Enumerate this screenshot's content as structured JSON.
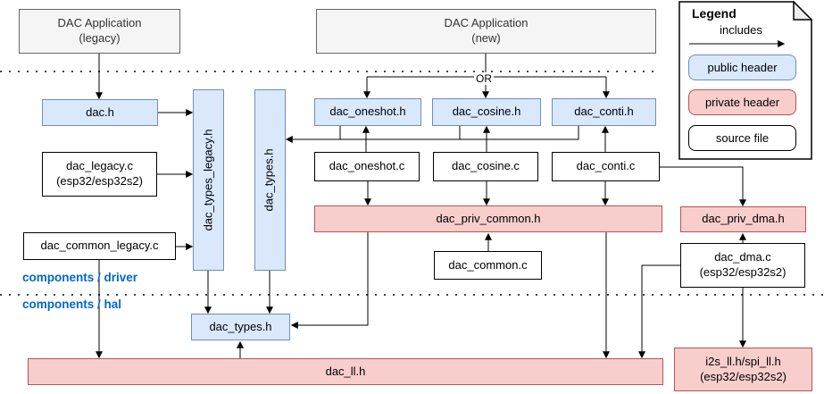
{
  "nodes": {
    "app_legacy": "DAC Application\n(legacy)",
    "app_new": "DAC Application\n(new)",
    "dac_h": "dac.h",
    "dac_legacy_c": "dac_legacy.c\n(esp32/esp32s2)",
    "dac_common_legacy_c": "dac_common_legacy.c",
    "dac_types_legacy_h": "dac_types_legacy.h",
    "dac_types_h_driver": "dac_types.h",
    "dac_oneshot_h": "dac_oneshot.h",
    "dac_cosine_h": "dac_cosine.h",
    "dac_conti_h": "dac_conti.h",
    "dac_oneshot_c": "dac_oneshot.c",
    "dac_cosine_c": "dac_cosine.c",
    "dac_conti_c": "dac_conti.c",
    "dac_priv_common_h": "dac_priv_common.h",
    "dac_priv_dma_h": "dac_priv_dma.h",
    "dac_common_c": "dac_common.c",
    "dac_dma_c": "dac_dma.c\n(esp32/esp32s2)",
    "dac_types_h_hal": "dac_types.h",
    "dac_ll_h": "dac_ll.h",
    "i2s_spi_ll_h": "i2s_ll.h/spi_ll.h\n(esp32/esp32s2)"
  },
  "labels": {
    "or": "OR",
    "driver_section": "components / driver",
    "hal_section": "components / hal"
  },
  "legend": {
    "title": "Legend",
    "includes_label": "includes",
    "items": [
      {
        "label": "public header",
        "type": "public"
      },
      {
        "label": "private header",
        "type": "private"
      },
      {
        "label": "source file",
        "type": "source"
      }
    ]
  },
  "edges": [
    {
      "from": "DAC Application (legacy)",
      "to": "dac.h"
    },
    {
      "from": "DAC Application (new)",
      "to": "dac_oneshot.h",
      "note": "OR"
    },
    {
      "from": "DAC Application (new)",
      "to": "dac_cosine.h",
      "note": "OR"
    },
    {
      "from": "DAC Application (new)",
      "to": "dac_conti.h",
      "note": "OR"
    },
    {
      "from": "dac.h",
      "to": "dac_types_legacy.h"
    },
    {
      "from": "dac_legacy.c (esp32/esp32s2)",
      "to": "dac_types_legacy.h"
    },
    {
      "from": "dac_common_legacy.c",
      "to": "dac_types_legacy.h"
    },
    {
      "from": "dac_common_legacy.c",
      "to": "dac_ll.h"
    },
    {
      "from": "dac_oneshot.h",
      "to": "dac_types.h (driver)"
    },
    {
      "from": "dac_cosine.h",
      "to": "dac_types.h (driver)"
    },
    {
      "from": "dac_conti.h",
      "to": "dac_types.h (driver)"
    },
    {
      "from": "dac_oneshot.c",
      "to": "dac_oneshot.h"
    },
    {
      "from": "dac_cosine.c",
      "to": "dac_cosine.h"
    },
    {
      "from": "dac_conti.c",
      "to": "dac_conti.h"
    },
    {
      "from": "dac_oneshot.c",
      "to": "dac_priv_common.h"
    },
    {
      "from": "dac_cosine.c",
      "to": "dac_priv_common.h"
    },
    {
      "from": "dac_conti.c",
      "to": "dac_priv_common.h"
    },
    {
      "from": "dac_conti.c",
      "to": "dac_priv_dma.h"
    },
    {
      "from": "dac_common.c",
      "to": "dac_priv_common.h"
    },
    {
      "from": "dac_dma.c (esp32/esp32s2)",
      "to": "dac_priv_dma.h"
    },
    {
      "from": "dac_types_legacy.h",
      "to": "dac_types.h (hal)"
    },
    {
      "from": "dac_types.h (driver)",
      "to": "dac_types.h (hal)"
    },
    {
      "from": "dac_priv_common.h",
      "to": "dac_types.h (hal)"
    },
    {
      "from": "dac_priv_common.h",
      "to": "dac_ll.h"
    },
    {
      "from": "dac_dma.c (esp32/esp32s2)",
      "to": "dac_ll.h"
    },
    {
      "from": "dac_dma.c (esp32/esp32s2)",
      "to": "i2s_ll.h/spi_ll.h (esp32/esp32s2)"
    },
    {
      "from": "dac_ll.h",
      "to": "dac_types.h (hal)"
    }
  ],
  "colors": {
    "public_fill": "#dae8fc",
    "public_border": "#6c8ebf",
    "private_fill": "#f8cecc",
    "private_border": "#b85450",
    "app_fill": "#f5f5f5",
    "app_border": "#666666",
    "source_fill": "#ffffff",
    "source_border": "#000000",
    "section_label": "#0066cc"
  }
}
